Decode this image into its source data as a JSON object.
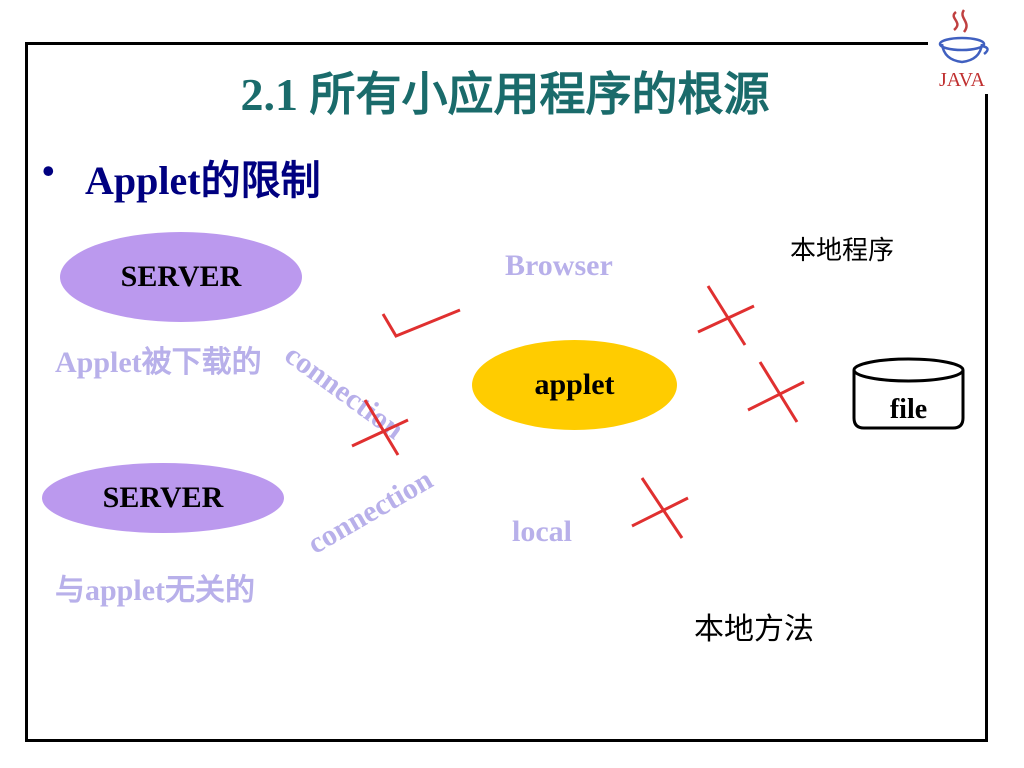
{
  "slide": {
    "title": "2.1 所有小应用程序的根源",
    "bullet": "Applet的限制"
  },
  "logo": {
    "label": "JAVA"
  },
  "diagram": {
    "server_top": "SERVER",
    "server_top_caption": "Applet被下载的",
    "server_bottom": "SERVER",
    "server_bottom_caption": "与applet无关的",
    "connection_top": "connection",
    "connection_bottom": "connection",
    "browser": "Browser",
    "applet": "applet",
    "local": "local",
    "local_program": "本地程序",
    "file": "file",
    "local_method": "本地方法"
  },
  "colors": {
    "title": "#1a6b6b",
    "bullet": "#000080",
    "server": "#bb99ee",
    "applet": "#ffcc00",
    "light_label": "#b8b0ea",
    "cross": "#e03030"
  }
}
